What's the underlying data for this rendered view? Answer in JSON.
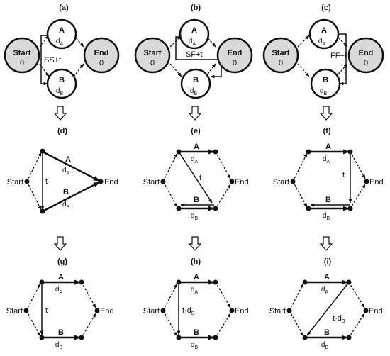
{
  "panels": {
    "a": {
      "label": "(a)",
      "start": "Start",
      "start_val": "0",
      "end": "End",
      "end_val": "0",
      "A": "A",
      "dA": "d",
      "dA_sub": "A",
      "B": "B",
      "dB": "d",
      "dB_sub": "B",
      "rel": "SS+t"
    },
    "b": {
      "label": "(b)",
      "start": "Start",
      "start_val": "0",
      "end": "End",
      "end_val": "0",
      "A": "A",
      "dA": "d",
      "dA_sub": "A",
      "B": "B",
      "dB": "d",
      "dB_sub": "B",
      "rel": "SF+t"
    },
    "c": {
      "label": "(c)",
      "start": "Start",
      "start_val": "0",
      "end": "End",
      "end_val": "0",
      "A": "A",
      "dA": "d",
      "dA_sub": "A",
      "B": "B",
      "dB": "d",
      "dB_sub": "B",
      "rel": "FF+t"
    },
    "d": {
      "label": "(d)",
      "start": "Start",
      "end": "End",
      "A": "A",
      "dA": "d",
      "dA_sub": "A",
      "B": "B",
      "dB": "d",
      "dB_sub": "B",
      "link": "t"
    },
    "e": {
      "label": "(e)",
      "start": "Start",
      "end": "End",
      "A": "A",
      "dA": "d",
      "dA_sub": "A",
      "B": "B",
      "dB": "d",
      "dB_sub": "B",
      "link": "t"
    },
    "f": {
      "label": "(f)",
      "start": "Start",
      "end": "End",
      "A": "A",
      "dA": "d",
      "dA_sub": "A",
      "B": "B",
      "dB": "d",
      "dB_sub": "B",
      "link": "t"
    },
    "g": {
      "label": "(g)",
      "start": "Start",
      "end": "End",
      "A": "A",
      "dA": "d",
      "dA_sub": "A",
      "B": "B",
      "dB": "d",
      "dB_sub": "B",
      "link": "t"
    },
    "h": {
      "label": "(h)",
      "start": "Start",
      "end": "End",
      "A": "A",
      "dA": "d",
      "dA_sub": "A",
      "B": "B",
      "dB": "d",
      "dB_sub": "B",
      "link": "t-d",
      "link_sub": "B"
    },
    "i": {
      "label": "(i)",
      "start": "Start",
      "end": "End",
      "A": "A",
      "dA": "d",
      "dA_sub": "A",
      "B": "B",
      "dB": "d",
      "dB_sub": "B",
      "link": "t-d",
      "link_sub": "B"
    }
  },
  "colors": {
    "node_fill": "#d9d9d9",
    "line": "#111111",
    "background": "#ffffff"
  }
}
